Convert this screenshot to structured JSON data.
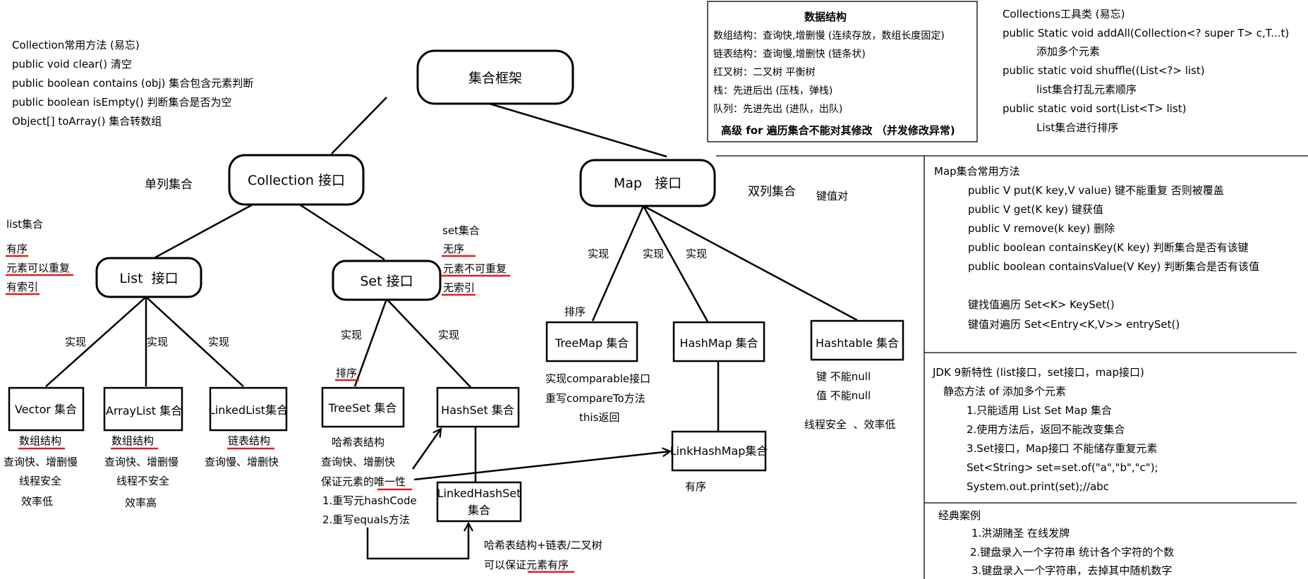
{
  "nodes": {
    "root": "集合框架",
    "collection": "Collection 接口",
    "map": "Map   接口",
    "list": "List  接口",
    "set": "Set 接口",
    "vector": "Vector 集合",
    "arraylist": "ArrayList 集合",
    "linkedlist": "LinkedList集合",
    "treeset": "TreeSet 集合",
    "hashset": "HashSet 集合",
    "linkedhashset_1": "LinkedHashSet",
    "linkedhashset_2": "集合",
    "treemap": "TreeMap 集合",
    "hashmap": "HashMap 集合",
    "hashtable": "Hashtable 集合",
    "linkhashmap": "LinkHashMap集合"
  },
  "edge_labels": {
    "list_vector": "实现",
    "list_arraylist": "实现",
    "list_linkedlist": "实现",
    "set_treeset": "实现",
    "set_hashset": "实现",
    "map_treemap": "实现",
    "map_hashmap": "实现",
    "map_hashtable": "实现"
  },
  "labels": {
    "single_column": "单列集合",
    "double_column": "双列集合",
    "key_value": "键值对",
    "list_title": "list集合",
    "list_features": [
      "有序",
      "元素可以重复",
      "有索引"
    ],
    "set_title": "set集合",
    "set_features": [
      "无序",
      "元素不可重复",
      "无索引"
    ],
    "vector_notes": [
      "数组结构",
      "查询快、增删慢",
      "线程安全",
      "效率低"
    ],
    "arraylist_notes": [
      "数组结构",
      "查询快、增删慢",
      "线程不安全",
      "效率高"
    ],
    "linkedlist_notes": [
      "链表结构",
      "查询慢、增删快"
    ],
    "treeset_sort": "排序",
    "hashset_notes": [
      "哈希表结构",
      "查询快、增删快",
      "保证元素的唯一性",
      "1.重写元hashCode",
      "2.重写equals方法"
    ],
    "linkedhashset_notes": [
      "哈希表结构+链表/二叉树",
      "可以保证元素有序"
    ],
    "treemap_sort": "排序",
    "treemap_notes": [
      "实现comparable接口",
      "重写compareTo方法",
      "this返回"
    ],
    "hashtable_notes": [
      "键 不能null",
      "值 不能null",
      "线程安全  、效率低"
    ],
    "linkhashmap_note": "有序"
  },
  "collection_methods": {
    "title": "Collection常用方法 (易忘)",
    "items": [
      "public void clear() 清空",
      "public boolean contains (obj) 集合包含元素判断",
      "public boolean isEmpty() 判断集合是否为空",
      "Object[] toArray() 集合转数组"
    ]
  },
  "data_structures": {
    "title": "数据结构",
    "items": [
      "数组结构：查询快,增删慢 (连续存放，数组长度固定)",
      "链表结构：查询慢,增删快 (链条状)",
      "红叉树：二叉树 平衡树",
      "栈：先进后出 (压栈，弹栈)",
      "队列：先进先出 (进队，出队)"
    ],
    "footer": "高级 for 遍历集合不能对其修改 （并发修改异常)"
  },
  "collections_tools": {
    "title": "Collections工具类  (易忘)",
    "items": [
      "public Static void addAll(Collection<? super T> c,T...t)",
      "添加多个元素",
      "public static void shuffle((List<?> list)",
      "list集合打乱元素顺序",
      "public static void sort(List<T> list)",
      "List集合进行排序"
    ]
  },
  "map_methods": {
    "title": "Map集合常用方法",
    "items": [
      "public V put(K key,V value) 键不能重复  否则被覆盖",
      "public V get(K key) 键获值",
      "public V remove(k key) 删除",
      "public boolean containsKey(K key) 判断集合是否有该键",
      "public boolean containsValue(V Key) 判断集合是否有该值",
      "键找值遍历 Set<K> KeySet()",
      "键值对遍历 Set<Entry<K,V>> entrySet()"
    ]
  },
  "jdk9": {
    "title": "JDK 9新特性 (list接口，set接口，map接口)",
    "items": [
      "静态方法 of  添加多个元素",
      "1.只能适用 List Set Map 集合",
      "2.使用方法后，返回不能改变集合",
      "3.Set接口，Map接口 不能储存重复元素",
      "Set<String> set=set.of(\"a\",\"b\",\"c\");",
      "System.out.print(set);//abc"
    ]
  },
  "cases": {
    "title": "经典案例",
    "items": [
      "1.洪湖赌圣 在线发牌",
      "2.键盘录入一个字符串 统计各个字符的个数",
      "3.键盘录入一个字符串，去掉其中随机数字"
    ]
  },
  "colors": {
    "ink": "#000000",
    "underline": "#e31d1d",
    "background": "#ffffff"
  }
}
